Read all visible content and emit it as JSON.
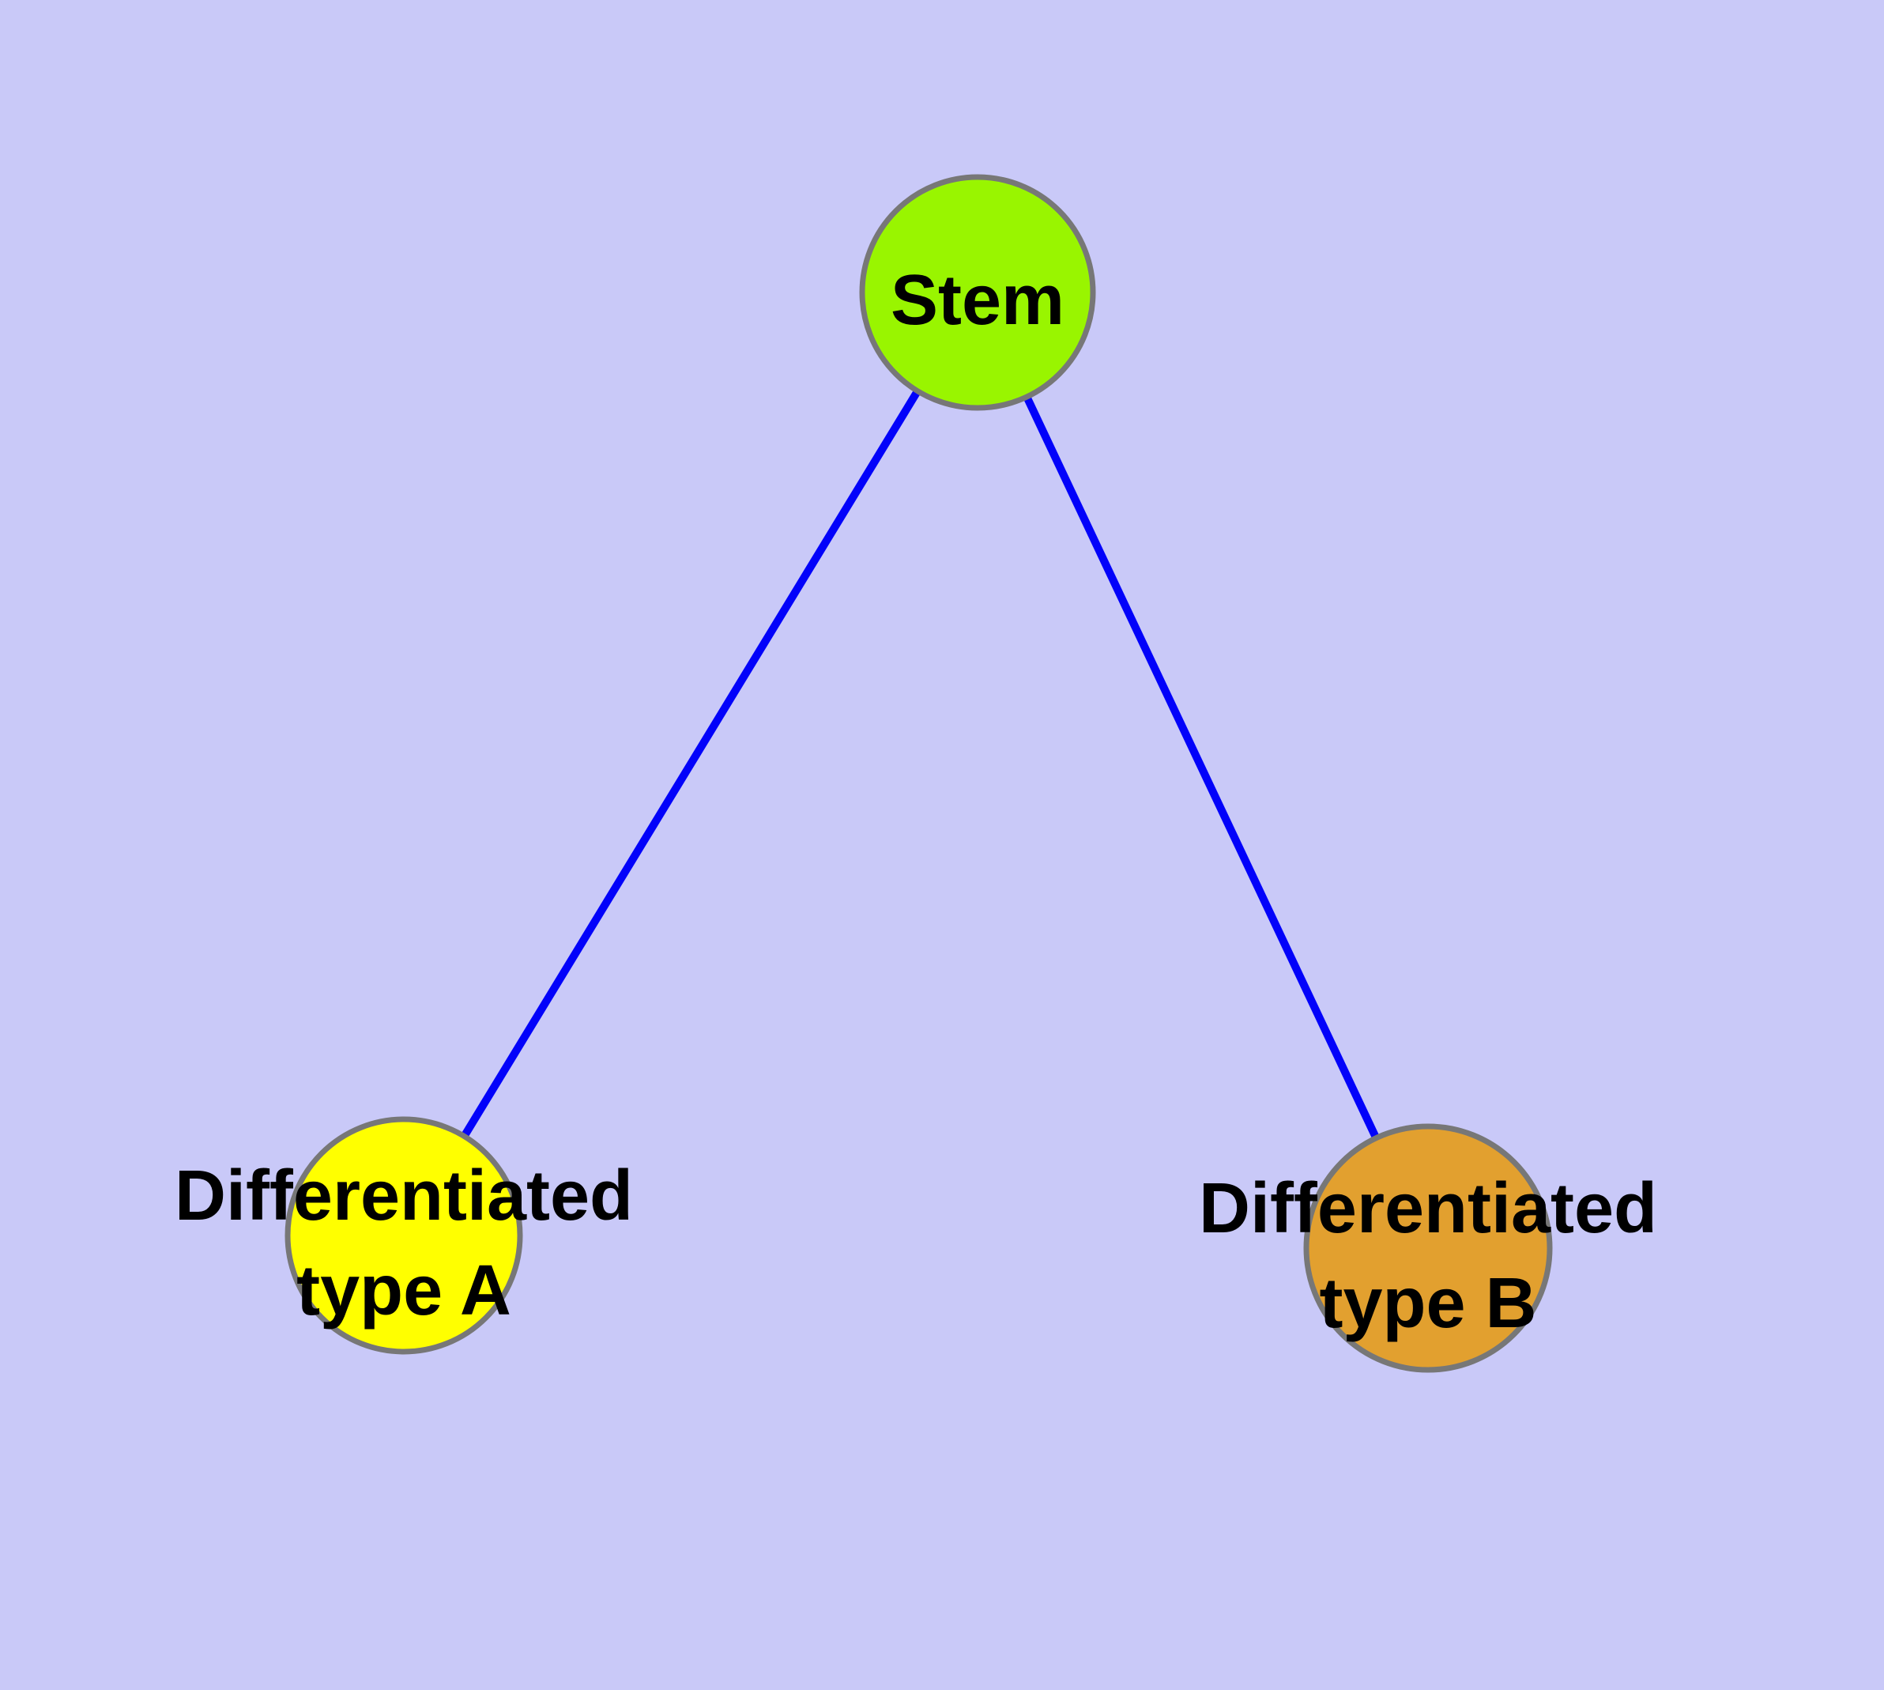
{
  "colors": {
    "background": "#c9c9f8",
    "edge": "#0202fa",
    "node_border": "#777777",
    "label": "#000000"
  },
  "diagram": {
    "type": "node-link-graph",
    "nodes": [
      {
        "id": "stem",
        "label": "Stem",
        "fill": "#99f500"
      },
      {
        "id": "differentiated-type-a",
        "label": "Differentiated type A",
        "label_line1": "Differentiated",
        "label_line2": "type A",
        "fill": "#ffff00"
      },
      {
        "id": "differentiated-type-b",
        "label": "Differentiated type B",
        "label_line1": "Differentiated",
        "label_line2": "type B",
        "fill": "#e2a02f"
      }
    ],
    "edges": [
      {
        "from": "stem",
        "to": "differentiated-type-a"
      },
      {
        "from": "stem",
        "to": "differentiated-type-b"
      }
    ]
  }
}
